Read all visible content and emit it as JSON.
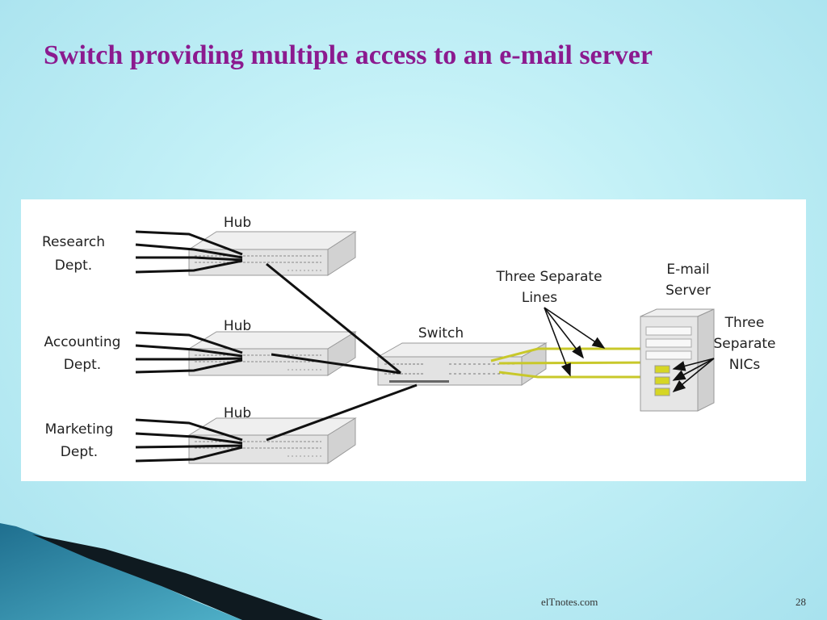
{
  "slide": {
    "title": "Switch providing multiple access to an e-mail server",
    "footer_source": "elTnotes.com",
    "page_number": "28"
  },
  "diagram": {
    "departments": [
      {
        "line1": "Research",
        "line2": "Dept."
      },
      {
        "line1": "Accounting",
        "line2": "Dept."
      },
      {
        "line1": "Marketing",
        "line2": "Dept."
      }
    ],
    "hub_label": "Hub",
    "switch_label": "Switch",
    "lines_label": {
      "line1": "Three Separate",
      "line2": "Lines"
    },
    "server_label": {
      "line1": "E-mail",
      "line2": "Server"
    },
    "nics_label": {
      "line1": "Three",
      "line2": "Separate",
      "line3": "NICs"
    },
    "colors": {
      "uplink": "#111111",
      "server_lines": "#c8c82a",
      "nic_ports": "#d6d624"
    }
  }
}
